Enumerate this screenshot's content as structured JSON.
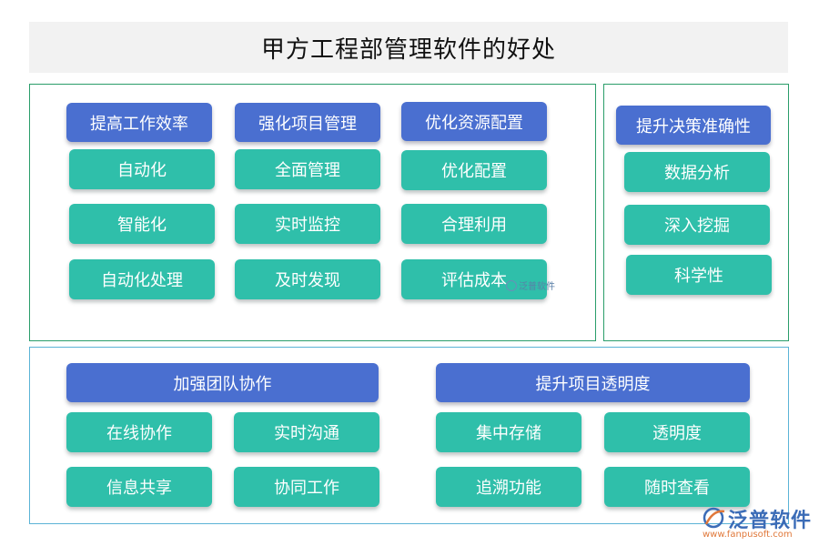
{
  "title": "甲方工程部管理软件的好处",
  "top_left": {
    "columns": [
      {
        "header": "提高工作效率",
        "items": [
          "自动化",
          "智能化",
          "自动化处理"
        ]
      },
      {
        "header": "强化项目管理",
        "items": [
          "全面管理",
          "实时监控",
          "及时发现"
        ]
      },
      {
        "header": "优化资源配置",
        "items": [
          "优化配置",
          "合理利用",
          "评估成本"
        ]
      }
    ]
  },
  "top_right": {
    "header": "提升决策准确性",
    "items": [
      "数据分析",
      "深入挖掘",
      "科学性"
    ]
  },
  "bottom": {
    "groups": [
      {
        "header": "加强团队协作",
        "items": [
          "在线协作",
          "实时沟通",
          "信息共享",
          "协同工作"
        ]
      },
      {
        "header": "提升项目透明度",
        "items": [
          "集中存储",
          "透明度",
          "追溯功能",
          "随时查看"
        ]
      }
    ]
  },
  "watermark": {
    "text": "泛普软件"
  },
  "logo": {
    "name": "泛普软件",
    "url": "www.fanpusoft.com"
  },
  "colors": {
    "header": "#4a6fd0",
    "item": "#2fbfaa",
    "title_bg": "#f2f2f2"
  }
}
